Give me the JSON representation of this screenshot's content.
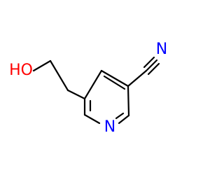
{
  "molecule": {
    "atoms": {
      "hydroxyl": {
        "label": "HO",
        "color": "#ff0000"
      },
      "ring_nitrogen": {
        "label": "N",
        "color": "#0000ff"
      },
      "nitrile_nitrogen": {
        "label": "N",
        "color": "#0000ff"
      }
    },
    "bond_color": "#000000"
  }
}
